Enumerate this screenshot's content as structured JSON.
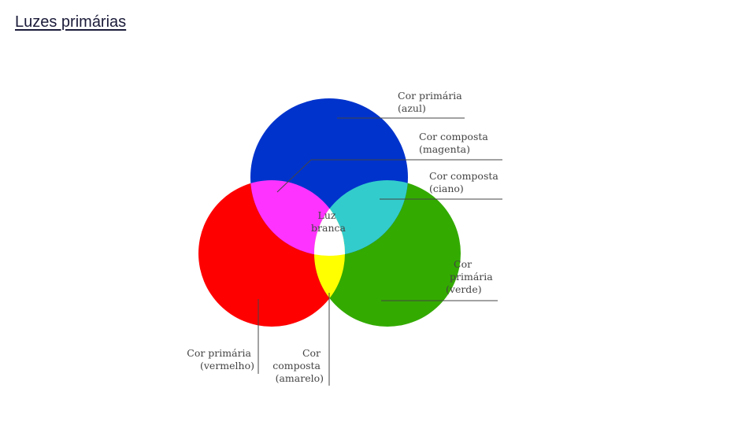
{
  "slide": {
    "title": "Luzes primárias"
  },
  "colors": {
    "blue": "#0033cc",
    "red": "#ff0000",
    "green": "#33aa00",
    "magenta": "#ff33ff",
    "cyan": "#33cccc",
    "yellow": "#ffff00",
    "white": "#ffffff",
    "leader": "#444444"
  },
  "diagram": {
    "blue_label": [
      "Cor primária",
      "(azul)"
    ],
    "magenta_label": [
      "Cor composta",
      "(magenta)"
    ],
    "cyan_label": [
      "Cor composta",
      "(ciano)"
    ],
    "green_label": [
      "Cor",
      "primária",
      "(verde)"
    ],
    "red_label": [
      "Cor primária",
      "(vermelho)"
    ],
    "yellow_label": [
      "Cor",
      "composta",
      "(amarelo)"
    ],
    "white_label": [
      "Luz",
      "branca"
    ]
  }
}
